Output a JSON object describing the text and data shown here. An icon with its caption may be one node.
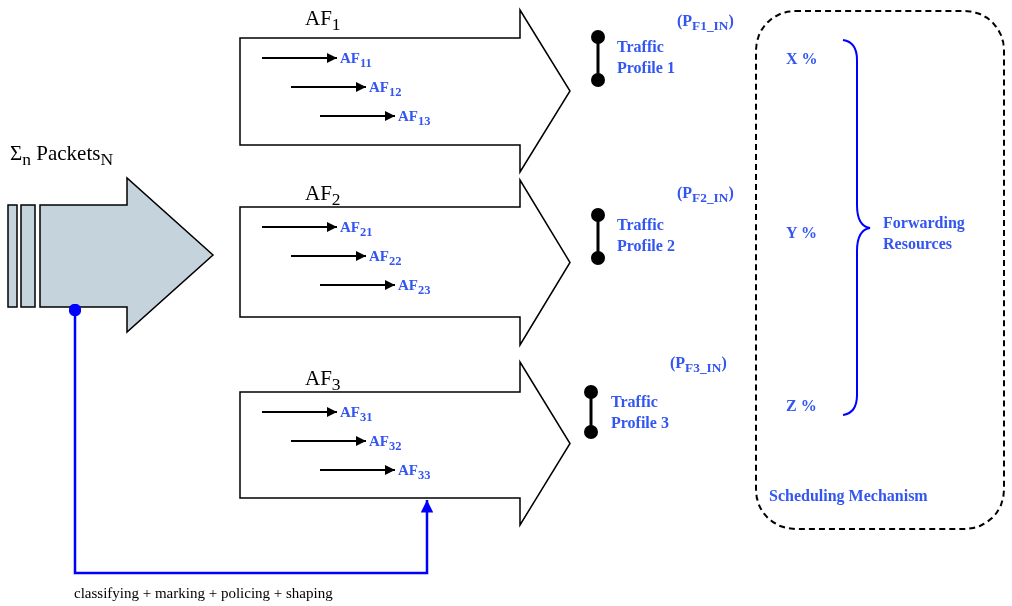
{
  "diagram": {
    "nodes": [
      {
        "text": [
          "Σ$_{n}$ Packets$_{N}$"
        ]
      },
      {
        "text": [
          "AF$_{1}$"
        ]
      },
      {
        "text": [
          "AF$_{11}$"
        ],
        "in": 1
      },
      {
        "text": [
          "AF$_{12}$"
        ],
        "in": 1
      },
      {
        "text": [
          "AF$_{13}$"
        ],
        "in": 1
      },
      {
        "text": [
          "AF$_{2}$"
        ]
      },
      {
        "text": [
          "AF$_{21}$"
        ],
        "in": 5
      },
      {
        "text": [
          "AF$_{22}$"
        ],
        "in": 5
      },
      {
        "text": [
          "AF$_{23}$"
        ],
        "in": 5
      },
      {
        "text": [
          "AF$_{3}$"
        ]
      },
      {
        "text": [
          "AF$_{31}$"
        ],
        "in": 9
      },
      {
        "text": [
          "AF$_{32}$"
        ],
        "in": 9
      },
      {
        "text": [
          "AF$_{33}$"
        ],
        "in": 9
      },
      {
        "text": [
          "Scheduling Mechanism"
        ]
      }
    ],
    "edges": [
      {
        "from": null,
        "to": 2,
        "arrow": "to"
      },
      {
        "from": null,
        "to": 3,
        "arrow": "to"
      },
      {
        "from": null,
        "to": 4,
        "arrow": "to"
      },
      {
        "from": null,
        "to": 6,
        "arrow": "to"
      },
      {
        "from": null,
        "to": 7,
        "arrow": "to"
      },
      {
        "from": null,
        "to": 8,
        "arrow": "to"
      },
      {
        "from": null,
        "to": 10,
        "arrow": "to"
      },
      {
        "from": null,
        "to": 11,
        "arrow": "to"
      },
      {
        "from": null,
        "to": 12,
        "arrow": "to"
      },
      {
        "from": 0,
        "to": 9,
        "arrow": "to",
        "label": "classifying + marking + policing + shaping",
        "color": "#0000ff"
      }
    ],
    "labels": [
      "(P$_{F1_IN}$)",
      "Traffic Profile 1",
      "X %",
      "(P$_{F2_IN}$)",
      "Traffic Profile 2",
      "Y %",
      "Forwarding Resources",
      "(P$_{F3_IN}$)",
      "Traffic Profile 3",
      "Z %"
    ]
  }
}
